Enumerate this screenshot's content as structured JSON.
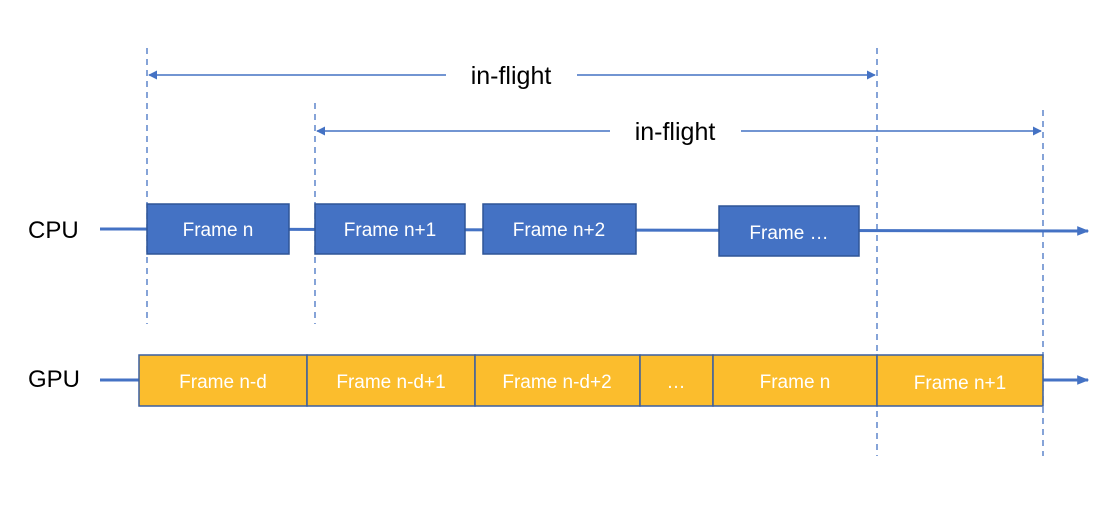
{
  "colors": {
    "line": "#4472c4",
    "cpu_fill": "#4472c4",
    "cpu_stroke": "#2f5597",
    "gpu_fill": "#fbbd2d",
    "gpu_stroke": "#3a5fa0",
    "frame_text": "#ffffff",
    "label_text": "#000000"
  },
  "lanes": {
    "cpu": {
      "label": "CPU",
      "frames": [
        "Frame n",
        "Frame n+1",
        "Frame n+2",
        "Frame …"
      ]
    },
    "gpu": {
      "label": "GPU",
      "frames": [
        "Frame n-d",
        "Frame n-d+1",
        "Frame n-d+2",
        "…",
        "Frame n",
        "Frame n+1"
      ]
    }
  },
  "spans": [
    {
      "label": "in-flight"
    },
    {
      "label": "in-flight"
    }
  ]
}
